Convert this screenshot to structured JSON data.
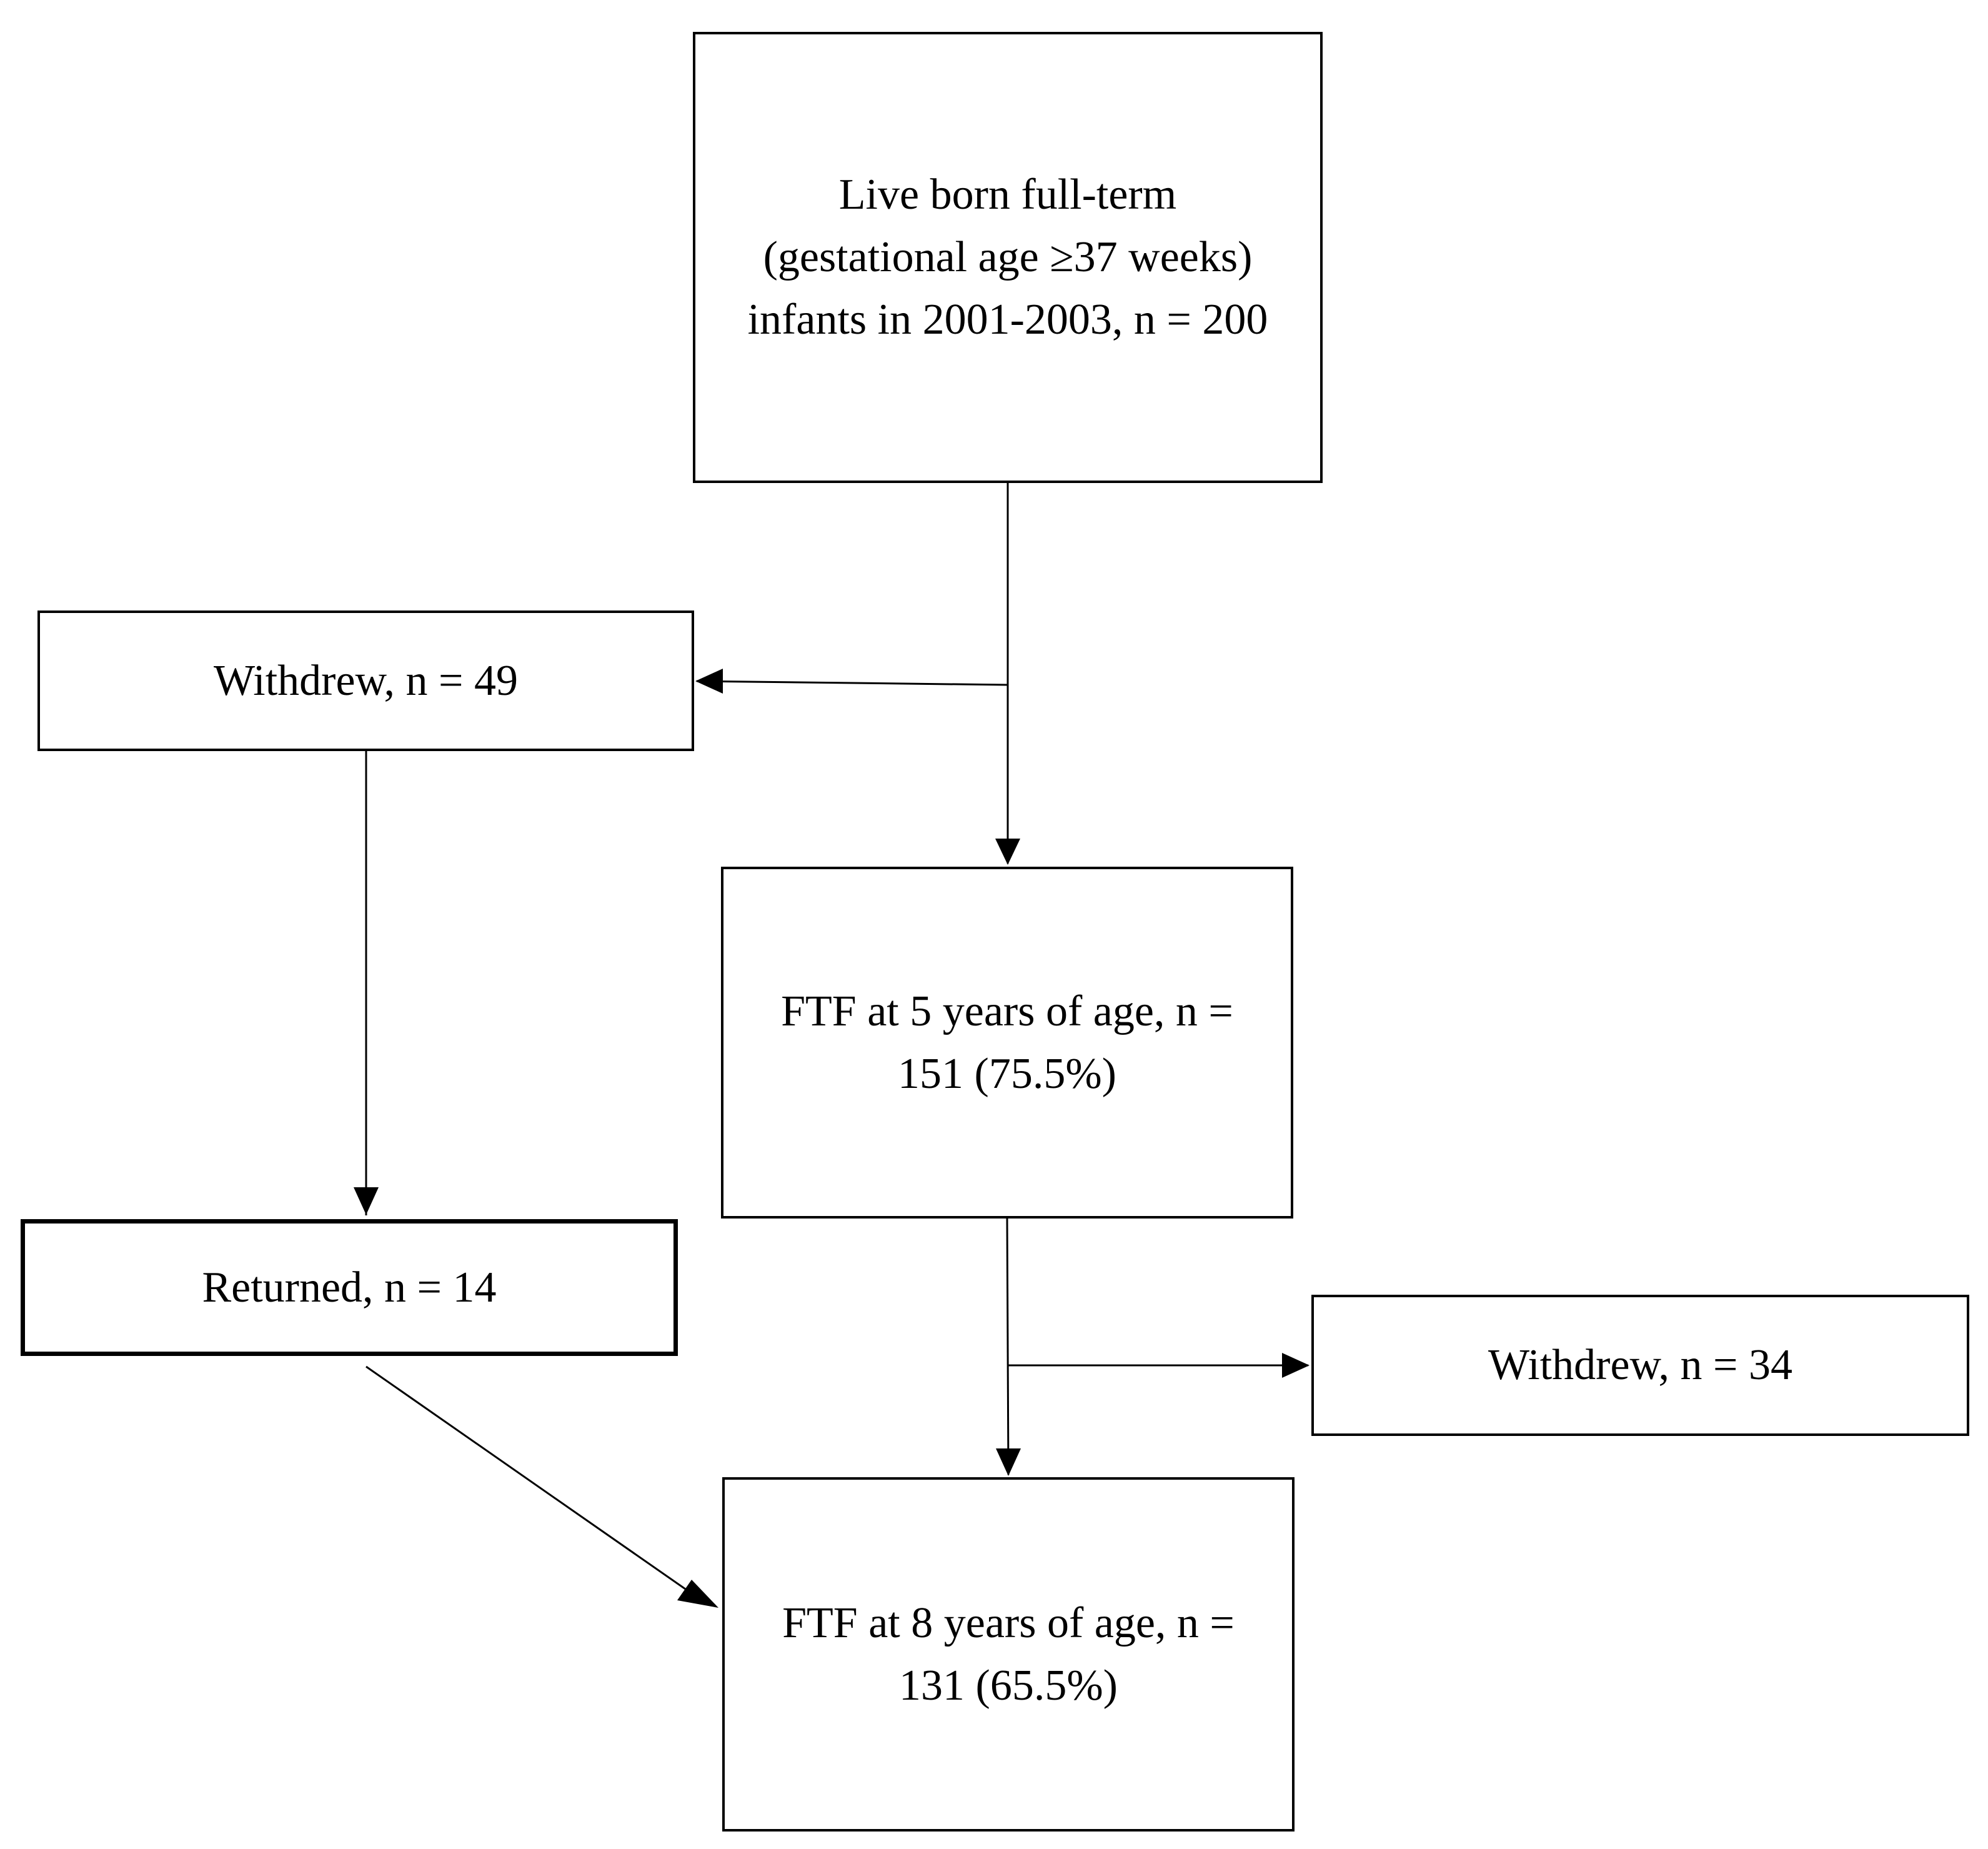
{
  "boxes": {
    "enrolled": "Live born full-term (gestational age ≥37 weeks) infants in 2001-2003,   n = 200",
    "withdrew_first": "Withdrew, n = 49",
    "ftf_5_years": "FTF at 5 years of age, n = 151 (75.5%)",
    "returned": "Returned, n = 14",
    "withdrew_second": "Withdrew, n = 34",
    "ftf_8_years": "FTF at 8 years of age, n = 131 (65.5%)"
  },
  "colors": {
    "line": "#000000",
    "background": "#ffffff"
  }
}
